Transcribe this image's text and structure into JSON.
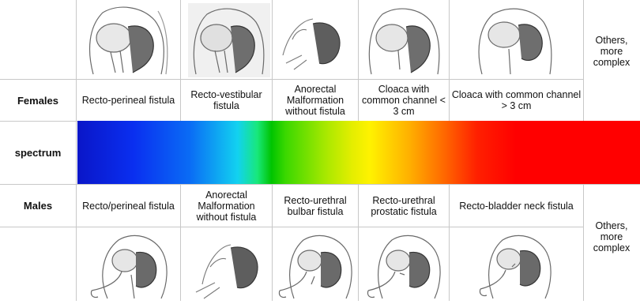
{
  "females": {
    "label": "Females",
    "categories": [
      "Recto-perineal fistula",
      "Recto-vestibular fistula",
      "Anorectal Malformation without fistula",
      "Cloaca with common channel < 3 cm",
      "Cloaca with common channel > 3 cm"
    ],
    "others": "Others, more complex"
  },
  "spectrum": {
    "label": "spectrum"
  },
  "males": {
    "label": "Males",
    "categories": [
      "Recto/perineal fistula",
      "Anorectal Malformation without fistula",
      "Recto-urethral bulbar fistula",
      "Recto-urethral prostatic fistula",
      "Recto-bladder neck fistula"
    ],
    "others": "Others, more complex"
  }
}
